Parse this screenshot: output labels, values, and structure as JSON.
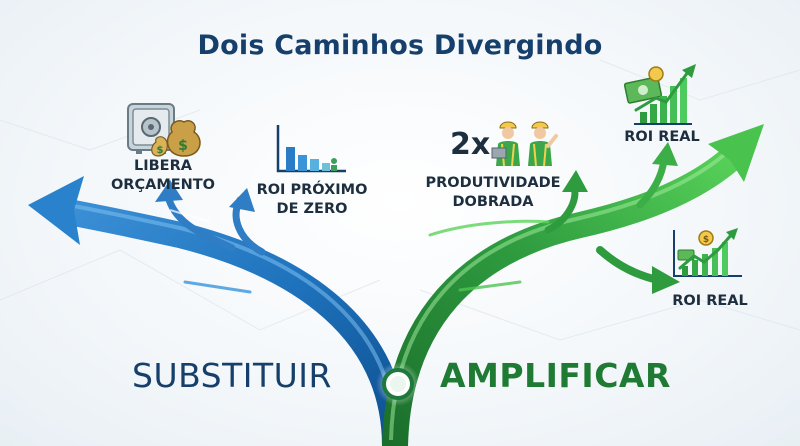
{
  "title": "Dois Caminhos Divergindo",
  "left_path": {
    "name": "SUBSTITUIR",
    "color": "#1f6fb8",
    "branches": [
      {
        "label_lines": [
          "LIBERA",
          "ORÇAMENTO"
        ],
        "icon": "safe-and-money-bag-icon"
      },
      {
        "label_lines": [
          "ROI PRÓXIMO",
          "DE ZERO"
        ],
        "icon": "flat-bar-chart-icon"
      }
    ]
  },
  "right_path": {
    "name": "AMPLIFICAR",
    "color": "#2e9b3f",
    "branches": [
      {
        "label_lines": [
          "PRODUTIVIDADE",
          "DOBRADA"
        ],
        "prefix": "2x",
        "icon": "two-workers-icon"
      },
      {
        "label_lines": [
          "ROI REAL"
        ],
        "icon": "rising-chart-cash-icon"
      },
      {
        "label_lines": [
          "ROI REAL"
        ],
        "icon": "rising-chart-coin-icon"
      }
    ]
  },
  "colors": {
    "title": "#16406b",
    "blue": "#1f6fb8",
    "green": "#2e9b3f",
    "text": "#1d2f3f"
  }
}
